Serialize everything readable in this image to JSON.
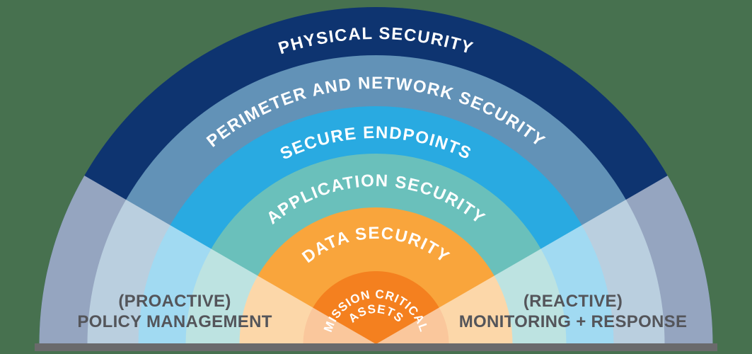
{
  "background_color": "#47714F",
  "baseline_bar": {
    "color": "#6A6A6C"
  },
  "overlay": {
    "color": "#FFFFFF",
    "opacity": "0.56"
  },
  "text_colors": {
    "ring_labels": "#FFFFFF",
    "wedge_labels": "#54555A"
  },
  "rings": [
    {
      "label": "PHYSICAL SECURITY",
      "color": "#0E3470"
    },
    {
      "label": "PERIMETER AND NETWORK SECURITY",
      "color": "#6292B7"
    },
    {
      "label": "SECURE ENDPOINTS",
      "color": "#29AAE1"
    },
    {
      "label": "APPLICATION SECURITY",
      "color": "#6AC0BB"
    },
    {
      "label": "DATA SECURITY",
      "color": "#F9A53C"
    }
  ],
  "core": {
    "label_line1": "MISSION CRITICAL",
    "label_line2": "ASSETS",
    "color": "#F4801F"
  },
  "wedges": {
    "left": {
      "line1": "(PROACTIVE)",
      "line2": "POLICY MANAGEMENT"
    },
    "right": {
      "line1": "(REACTIVE)",
      "line2": "MONITORING + RESPONSE"
    }
  }
}
